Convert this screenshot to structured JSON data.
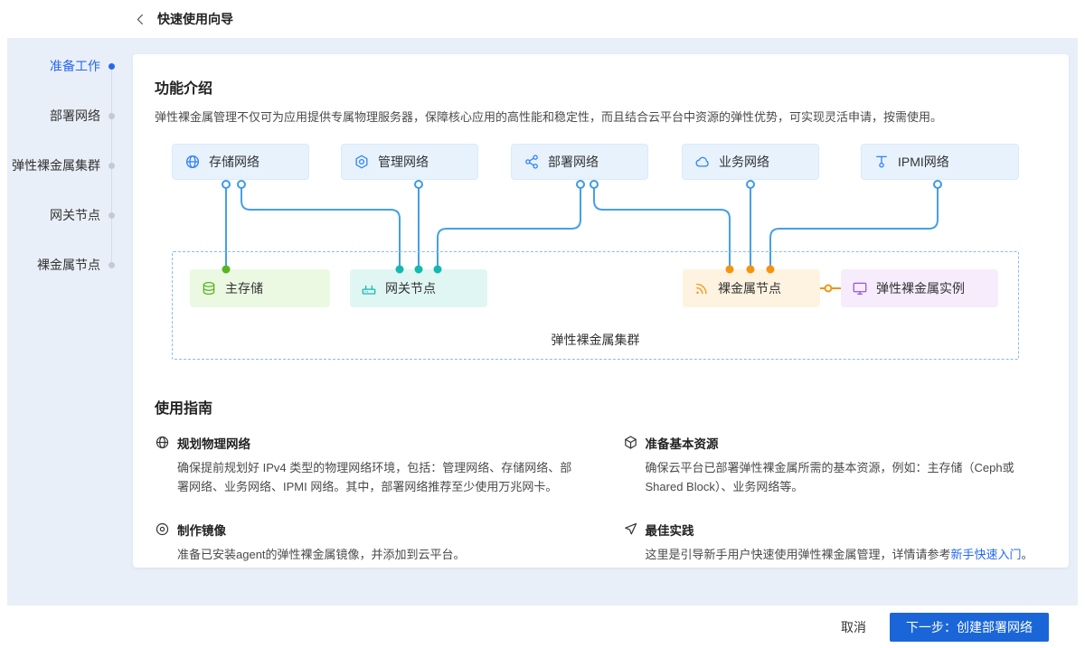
{
  "header": {
    "title": "快速使用向导"
  },
  "stepper": {
    "items": [
      {
        "label": "准备工作",
        "active": true
      },
      {
        "label": "部署网络",
        "active": false
      },
      {
        "label": "弹性裸金属集群",
        "active": false
      },
      {
        "label": "网关节点",
        "active": false
      },
      {
        "label": "裸金属节点",
        "active": false
      }
    ]
  },
  "intro": {
    "title": "功能介绍",
    "description": "弹性裸金属管理不仅可为应用提供专属物理服务器，保障核心应用的高性能和稳定性，而且结合云平台中资源的弹性优势，可实现灵活申请，按需使用。"
  },
  "diagram": {
    "networks": [
      {
        "label": "存储网络",
        "icon": "globe-icon"
      },
      {
        "label": "管理网络",
        "icon": "settings-icon"
      },
      {
        "label": "部署网络",
        "icon": "share-nodes-icon"
      },
      {
        "label": "业务网络",
        "icon": "cloud-icon"
      },
      {
        "label": "IPMI网络",
        "icon": "connector-icon"
      }
    ],
    "nodes": [
      {
        "label": "主存储",
        "icon": "database-icon",
        "color": "#57b51f"
      },
      {
        "label": "网关节点",
        "icon": "router-icon",
        "color": "#16b8ae"
      },
      {
        "label": "裸金属节点",
        "icon": "broadcast-icon",
        "color": "#f5930f"
      },
      {
        "label": "弹性裸金属实例",
        "icon": "monitor-icon",
        "color": "#9b51e0"
      }
    ],
    "cluster_label": "弹性裸金属集群",
    "wire_color": "#45a0e6"
  },
  "guide": {
    "title": "使用指南",
    "items": [
      {
        "title": "规划物理网络",
        "icon": "globe-icon",
        "body": "确保提前规划好 IPv4 类型的物理网络环境，包括：管理网络、存储网络、部署网络、业务网络、IPMI 网络。其中，部署网络推荐至少使用万兆网卡。"
      },
      {
        "title": "准备基本资源",
        "icon": "package-icon",
        "body": "确保云平台已部署弹性裸金属所需的基本资源，例如：主存储（Ceph或Shared Block）、业务网络等。"
      },
      {
        "title": "制作镜像",
        "icon": "disc-icon",
        "body": "准备已安装agent的弹性裸金属镜像，并添加到云平台。"
      },
      {
        "title": "最佳实践",
        "icon": "paper-plane-icon",
        "body": "这里是引导新手用户快速使用弹性裸金属管理，详情请参考",
        "link": "新手快速入门",
        "body_suffix": "。"
      }
    ]
  },
  "footer": {
    "cancel_label": "取消",
    "next_label": "下一步：创建部署网络"
  },
  "colors": {
    "accent_blue": "#2468f2",
    "button_blue": "#1a66d9",
    "background": "#e9eff8"
  }
}
